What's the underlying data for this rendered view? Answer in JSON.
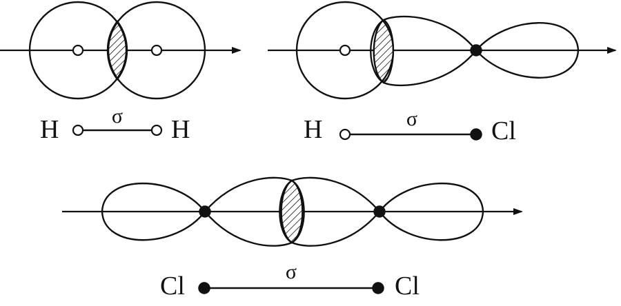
{
  "panels": {
    "h_h": {
      "left_atom": "H",
      "right_atom": "H",
      "bond_label": "σ"
    },
    "h_cl": {
      "left_atom": "H",
      "right_atom": "Cl",
      "bond_label": "σ"
    },
    "cl_cl": {
      "left_atom": "Cl",
      "right_atom": "Cl",
      "bond_label": "σ"
    }
  },
  "colors": {
    "ink": "#111111",
    "background": "#ffffff"
  }
}
